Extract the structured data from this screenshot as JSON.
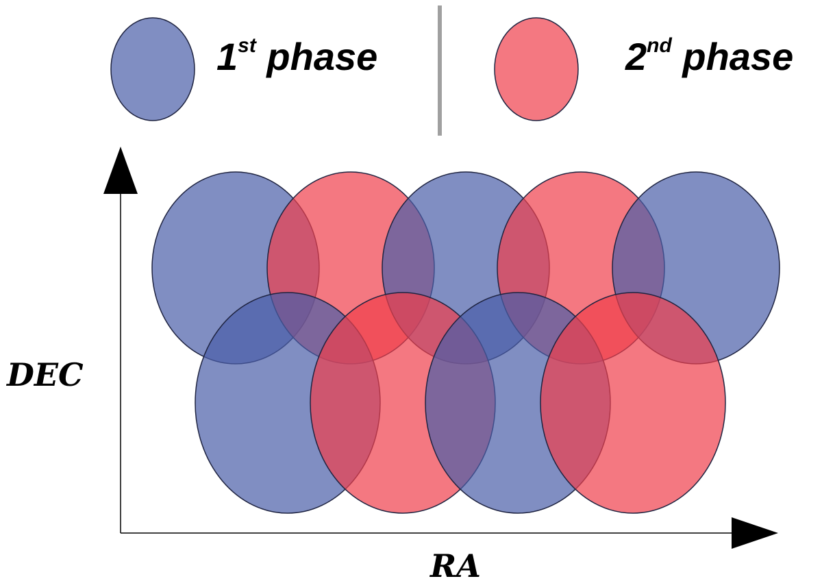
{
  "colors": {
    "phase1": "#4a5ea8",
    "phase2": "#ef3f4c",
    "separator": "#a0a0a0",
    "axis": "#000000"
  },
  "legend": {
    "phase1": {
      "number": "1",
      "sup": "st",
      "word": " phase"
    },
    "phase2": {
      "number": "2",
      "sup": "nd",
      "word": " phase"
    }
  },
  "axes": {
    "x_label": "RA",
    "y_label": "DEC"
  },
  "pointings": [
    {
      "phase": 1,
      "row": 1,
      "col": 0
    },
    {
      "phase": 2,
      "row": 1,
      "col": 1
    },
    {
      "phase": 1,
      "row": 1,
      "col": 2
    },
    {
      "phase": 2,
      "row": 1,
      "col": 3
    },
    {
      "phase": 1,
      "row": 1,
      "col": 4
    },
    {
      "phase": 1,
      "row": 2,
      "col": 0
    },
    {
      "phase": 2,
      "row": 2,
      "col": 1
    },
    {
      "phase": 1,
      "row": 2,
      "col": 2
    },
    {
      "phase": 2,
      "row": 2,
      "col": 3
    }
  ]
}
